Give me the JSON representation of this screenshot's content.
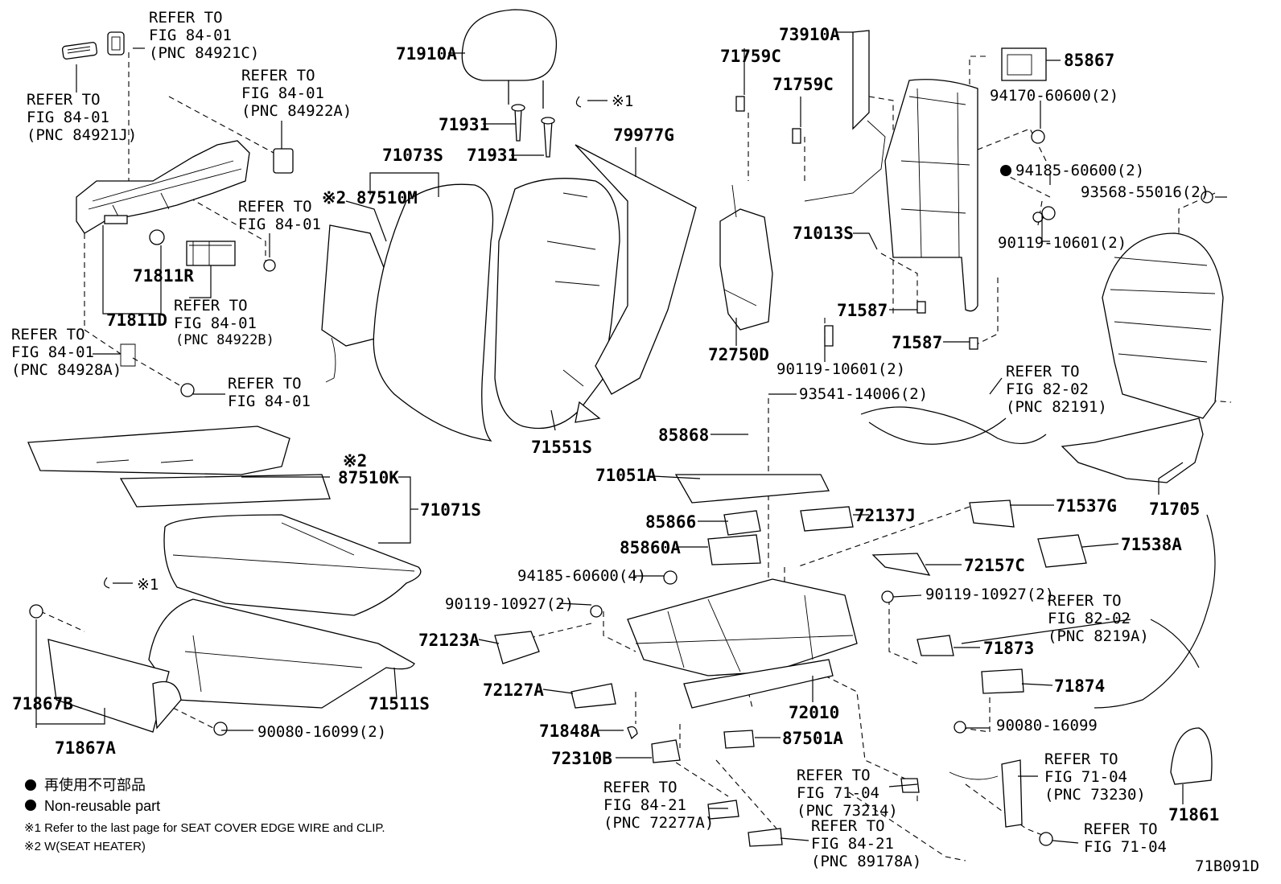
{
  "callouts": {
    "c1": [
      "REFER TO",
      "FIG 84-01",
      "(PNC 84921C)"
    ],
    "c2": [
      "REFER TO",
      "FIG 84-01",
      "(PNC 84921J)"
    ],
    "c3": [
      "REFER TO",
      "FIG 84-01",
      "(PNC 84922A)"
    ],
    "c4": [
      "REFER TO",
      "FIG 84-01"
    ],
    "c5": [
      "REFER TO",
      "FIG 84-01",
      "(PNC 84922B)"
    ],
    "c6": [
      "REFER TO",
      "FIG 84-01",
      "(PNC 84928A)"
    ],
    "c7": [
      "REFER TO",
      "FIG 84-01"
    ],
    "c8": [
      "REFER TO",
      "FIG 82-02",
      "(PNC 82191)"
    ],
    "c9": [
      "REFER TO",
      "FIG 82-02",
      "(PNC 8219A)"
    ],
    "c10": [
      "REFER TO",
      "FIG 71-04",
      "(PNC 73230)"
    ],
    "c11": [
      "REFER TO",
      "FIG 71-04",
      "(PNC 73214)"
    ],
    "c12": [
      "REFER TO",
      "FIG 84-21",
      "(PNC 89178A)"
    ],
    "c13": [
      "REFER TO",
      "FIG 84-21",
      "(PNC 72277A)"
    ],
    "c14": [
      "REFER TO",
      "FIG 71-04"
    ]
  },
  "parts": {
    "p71910A": "71910A",
    "p71931a": "71931",
    "p71931b": "71931",
    "p71073S": "71073S",
    "p87510M": "※2 87510M",
    "p79977G": "79977G",
    "p71811R": "71811R",
    "p71811D": "71811D",
    "p71551S": "71551S",
    "p71759Ca": "71759C",
    "p71759Cb": "71759C",
    "p73910A": "73910A",
    "p72750D": "72750D",
    "p85867": "85867",
    "p94170": "94170-60600(2)",
    "p94185a": "94185-60600(2)",
    "p93568": "93568-55016(2)",
    "p71013S": "71013S",
    "p90119a": "90119-10601(2)",
    "p71587a": "71587",
    "p71587b": "71587",
    "p90119b": "90119-10601(2)",
    "p93541": "93541-14006(2)",
    "p85868": "85868",
    "p71051A": "71051A",
    "p85866": "85866",
    "p72137J": "72137J",
    "p85860A": "85860A",
    "p94185b": "94185-60600(4)",
    "p90119c": "90119-10927(2)",
    "p90119d": "90119-10927(2)",
    "p71537G": "71537G",
    "p71538A": "71538A",
    "p72157C": "72157C",
    "p71705": "71705",
    "p72123A": "72123A",
    "p71873": "71873",
    "p71874": "71874",
    "p72127A": "72127A",
    "p72010": "72010",
    "p71848A": "71848A",
    "p87501A": "87501A",
    "p90080a": "90080-16099",
    "p72310B": "72310B",
    "p71861": "71861",
    "p87510K": "87510K",
    "p87510Kmark": "※2",
    "p71071S": "71071S",
    "p71511S": "71511S",
    "p71867B": "71867B",
    "p71867A": "71867A",
    "p90080b": "90080-16099(2)",
    "wire1": "※1",
    "wire2": "※1"
  },
  "legend": {
    "jp": "再使用不可部品",
    "en": "Non-reusable part",
    "note1": "※1  Refer to the last page for SEAT COVER EDGE WIRE and CLIP.",
    "note2": "※2  W(SEAT HEATER)"
  },
  "figure_id": "71B091D"
}
